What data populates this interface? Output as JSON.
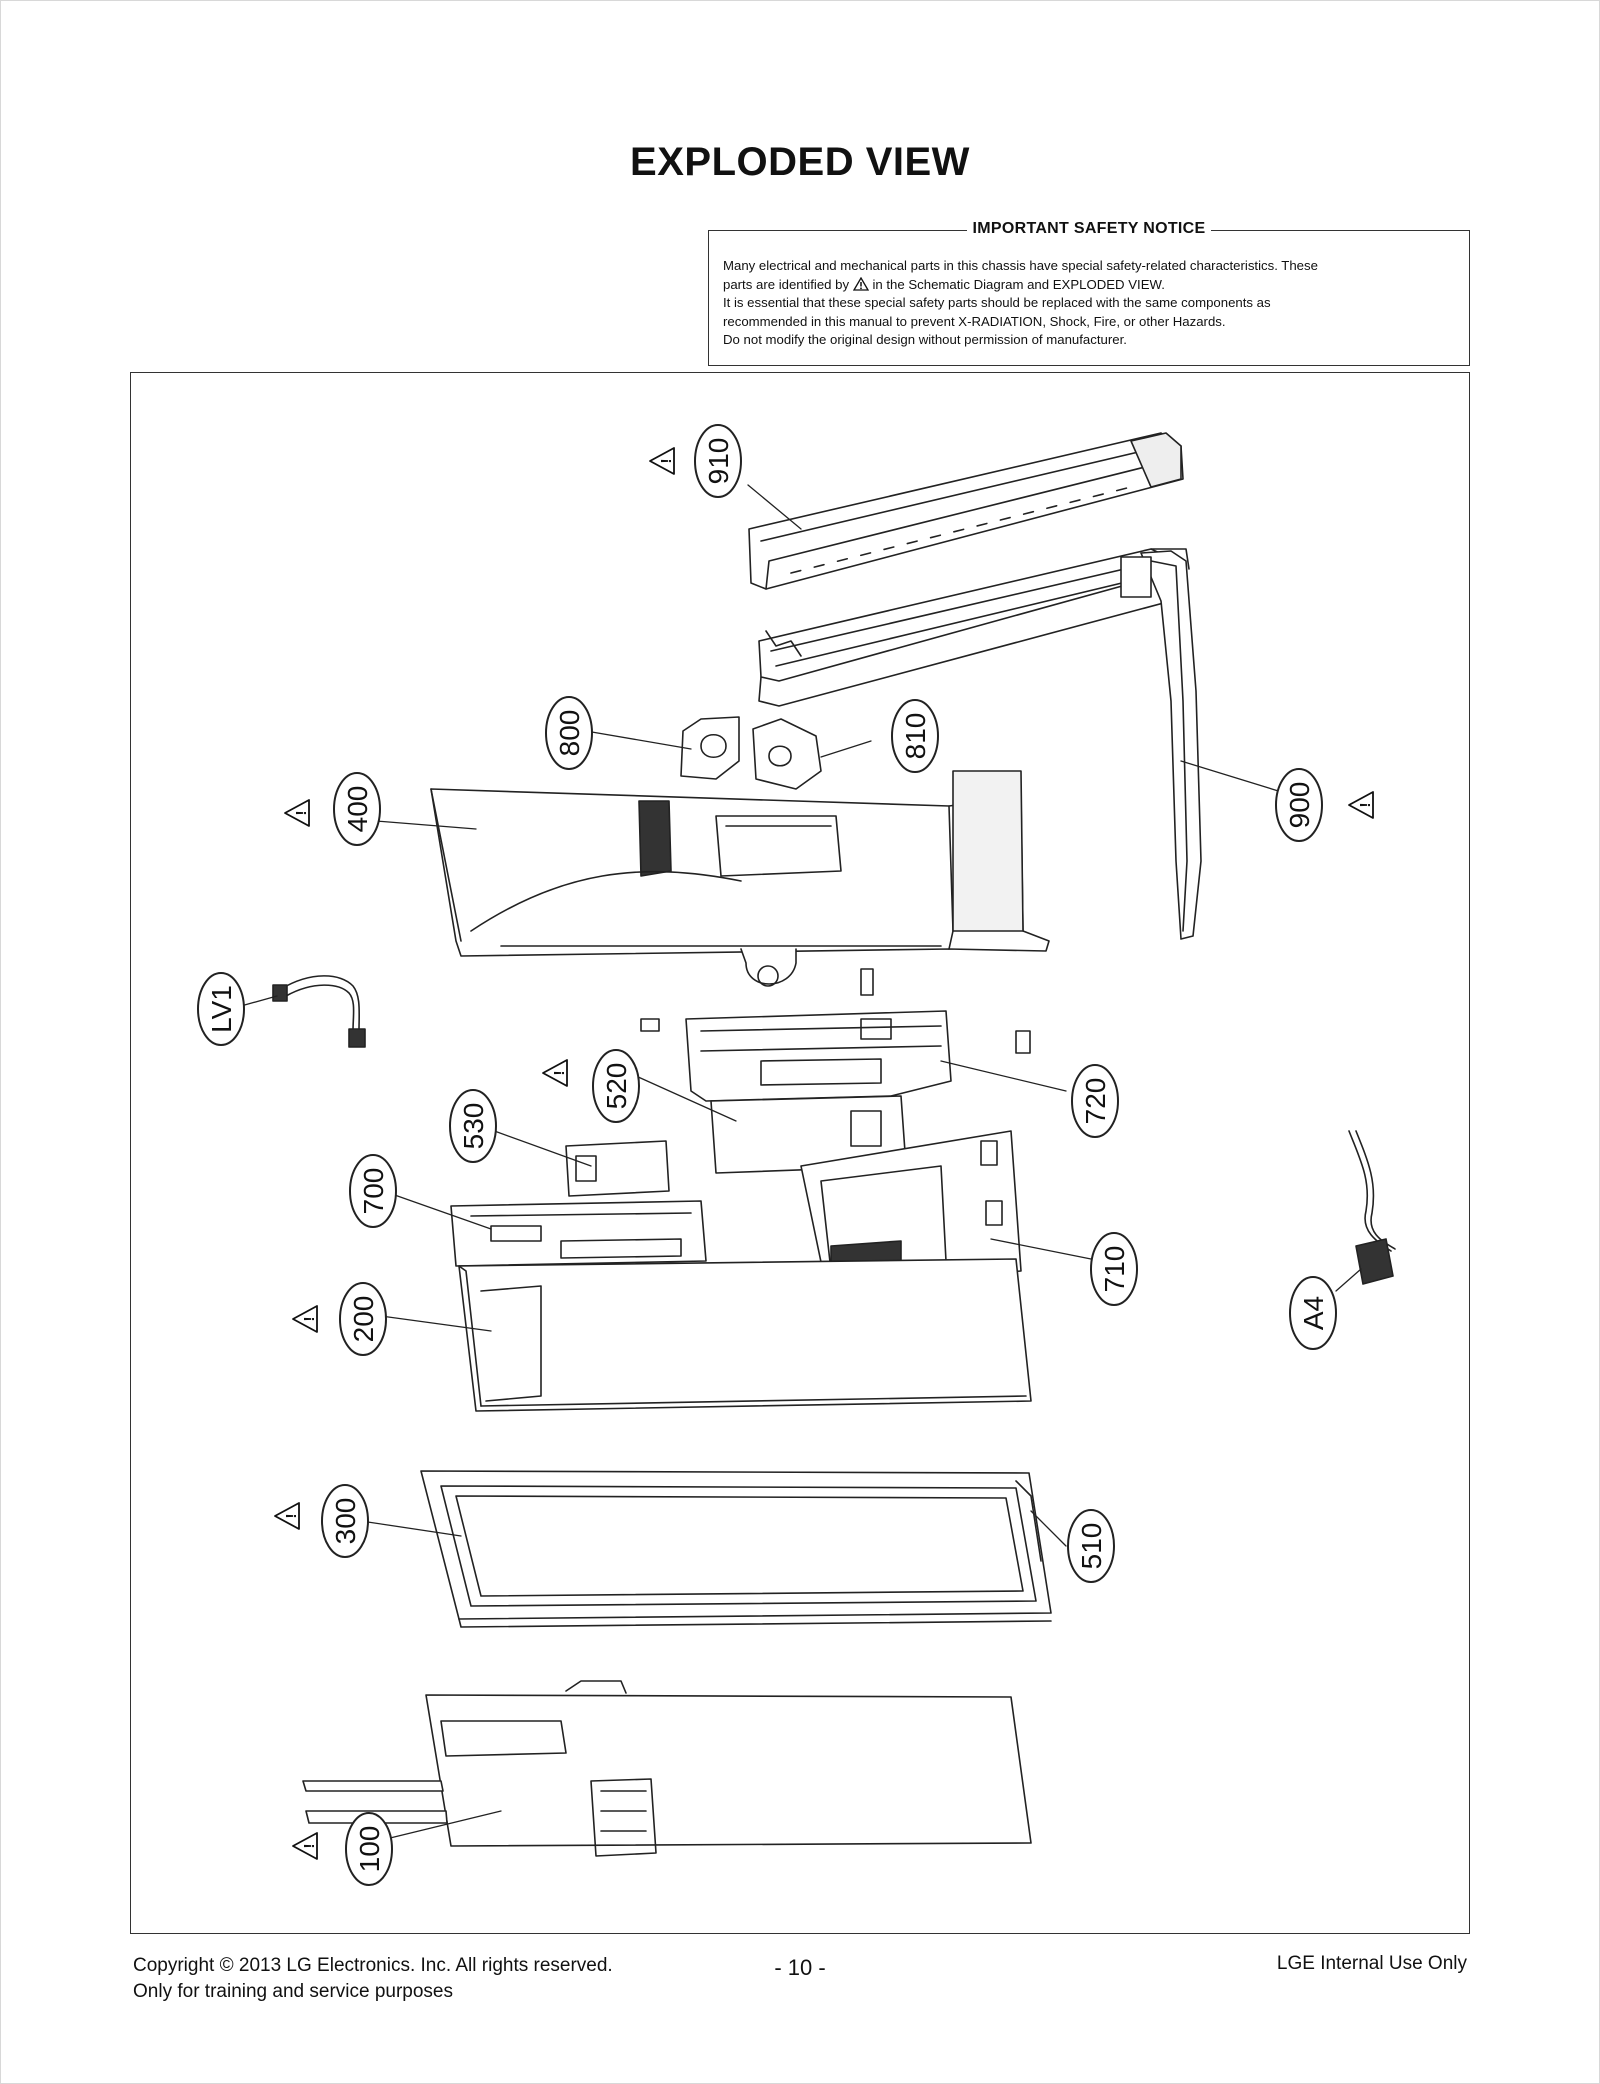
{
  "page": {
    "title": "EXPLODED VIEW"
  },
  "notice": {
    "heading": "IMPORTANT SAFETY NOTICE",
    "line1": "Many electrical and mechanical parts in this chassis have special safety-related characteristics. These",
    "line2_pre": "parts are identified by",
    "line2_post": "in the Schematic Diagram and EXPLODED VIEW.",
    "line3": "It is essential that these special safety parts should be replaced with the same components as",
    "line4": "recommended in this manual to prevent X-RADIATION, Shock, Fire, or other Hazards.",
    "line5": "Do not modify the original design without permission of manufacturer.",
    "warning_icon": "warning-triangle-icon"
  },
  "parts": {
    "p910": "910",
    "p900": "900",
    "p800": "800",
    "p810": "810",
    "p400": "400",
    "pLV1": "LV1",
    "p520": "520",
    "p720": "720",
    "p530": "530",
    "p700": "700",
    "p710": "710",
    "p200": "200",
    "pA4": "A4",
    "p300": "300",
    "p510": "510",
    "p100": "100"
  },
  "footer": {
    "copyright": "Copyright  © 2013  LG Electronics. Inc. All rights reserved.",
    "purpose": "Only for training and service purposes",
    "page_number": "- 10 -",
    "internal": "LGE Internal Use Only"
  }
}
